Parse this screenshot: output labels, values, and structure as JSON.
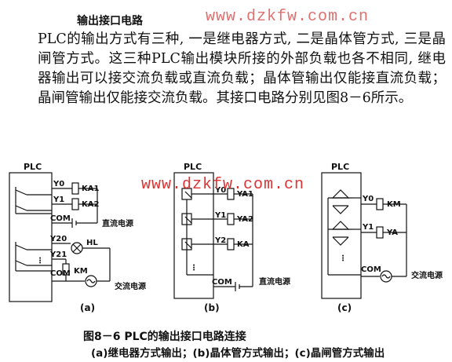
{
  "section": {
    "heading": "输出接口电路",
    "paragraph": "PLC的输出方式有三种, 一是继电器方式, 二是晶体管方式, 三是晶闸管方式。这三种PLC输出模块所接的外部负载也各不相同, 继电器输出可以接交流负载或直流负载；晶体管输出仅能接直流负载；晶闸管输出仅能接交流负载。其接口电路分别见图8－6所示。"
  },
  "watermark": {
    "top": "www.dzkfw.com.cn",
    "mid": "www.dzkfw.com.cn"
  },
  "figure": {
    "panel_a": {
      "plc": "PLC",
      "y0": "Y0",
      "y1": "Y1",
      "com1": "COM",
      "y20": "Y20",
      "y21": "Y21",
      "com2": "COM",
      "ka1": "KA1",
      "ka2": "KA2",
      "hl": "HL",
      "km": "KM",
      "dc_supply": "直流电源",
      "ac_supply": "交流电源",
      "dots": "⋮",
      "label": "(a)"
    },
    "panel_b": {
      "plc": "PLC",
      "y0": "Y0",
      "y1": "Y1",
      "y2": "Y2",
      "com": "COM",
      "ya1": "YA1",
      "ya2": "YA2",
      "ka": "KA",
      "dc_supply": "直流电源",
      "dots": "⋮",
      "label": "(b)"
    },
    "panel_c": {
      "plc": "PLC",
      "y0": "Y0",
      "y1": "Y1",
      "com": "COM",
      "km": "KM",
      "ya": "YA",
      "ac_supply": "交流电源",
      "dots": "⋮",
      "label": "(c)"
    }
  },
  "caption": {
    "title": "图8－6  PLC的输出接口电路连接",
    "subtitle": "(a)继电器方式输出；(b)晶体管方式输出；(c)晶闸管方式输出"
  }
}
